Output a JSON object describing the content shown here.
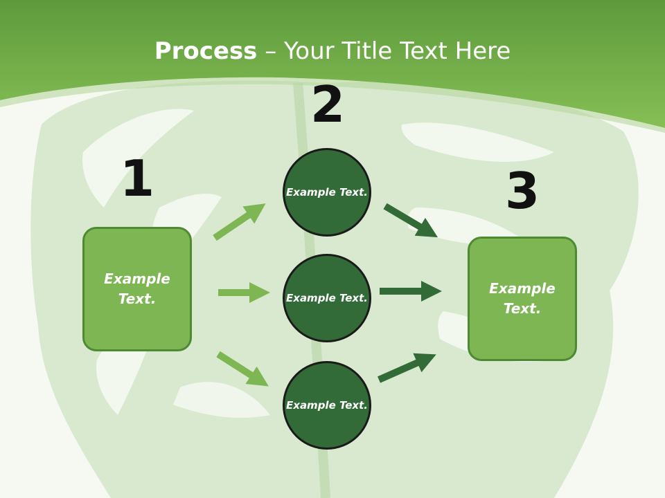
{
  "title": {
    "bold": "Process",
    "rest": " – Your Title Text Here"
  },
  "steps": [
    {
      "number": "1"
    },
    {
      "number": "2"
    },
    {
      "number": "3"
    }
  ],
  "nodes": {
    "left_box": "Example Text.",
    "circle_top": "Example Text.",
    "circle_middle": "Example Text.",
    "circle_bottom": "Example Text.",
    "right_box": "Example Text."
  },
  "colors": {
    "header_green": "#7cb550",
    "box_fill": "#7db653",
    "circle_fill": "#336b38",
    "arrow_light": "#7db653",
    "arrow_dark": "#336b38"
  }
}
